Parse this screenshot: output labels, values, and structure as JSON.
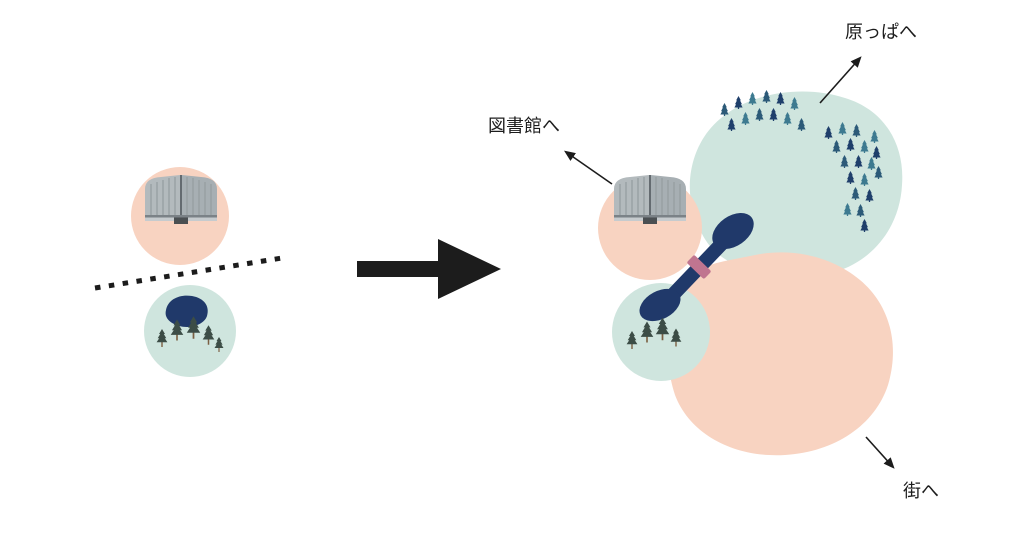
{
  "labels": {
    "library": "図書館へ",
    "meadow": "原っぱへ",
    "town": "街へ"
  },
  "colors": {
    "peach": "#f8d3c1",
    "teal": "#cfe5de",
    "navy": "#20396a",
    "pink_band": "#c07590",
    "ink": "#1c1c1c"
  },
  "icons": {
    "building": "library-building-icon",
    "pine": "pine-tree-icon",
    "conifer": "conifer-icon",
    "pond": "pond-icon",
    "arrow": "transform-arrow-icon",
    "dotted_line": "boundary-dotted-line-icon"
  }
}
